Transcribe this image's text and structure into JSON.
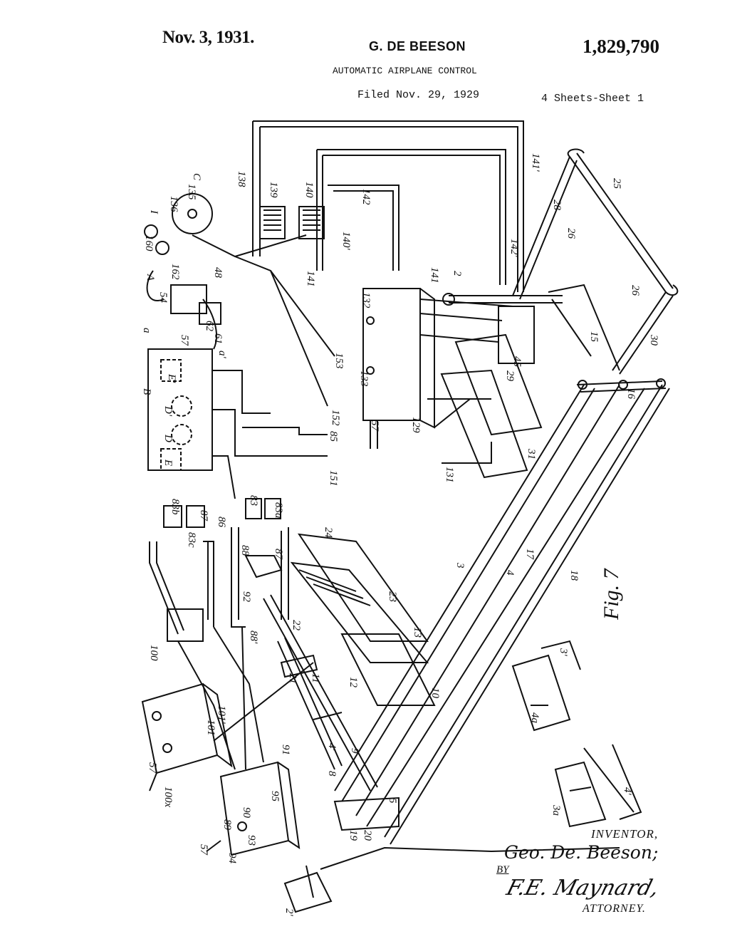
{
  "header": {
    "date": "Nov. 3, 1931.",
    "inventor": "G. DE BEESON",
    "patent_number": "1,829,790",
    "title": "AUTOMATIC AIRPLANE CONTROL",
    "filed": "Filed Nov. 29, 1929",
    "sheets": "4 Sheets-Sheet 1"
  },
  "figure": {
    "label": "Fig. 7",
    "reference_numerals": [
      "138",
      "139",
      "140",
      "142",
      "141'",
      "28",
      "26",
      "25",
      "136",
      "135",
      "C",
      "I",
      "160",
      "162",
      "A",
      "a",
      "54",
      "57",
      "62",
      "61",
      "a'",
      "48",
      "140'",
      "141",
      "142'",
      "141",
      "2",
      "132",
      "26",
      "45",
      "15",
      "30",
      "16",
      "153",
      "152",
      "133",
      "29",
      "31",
      "57",
      "129",
      "131",
      "85",
      "151",
      "B",
      "E'",
      "D'",
      "D",
      "E",
      "83b",
      "83c",
      "87",
      "86",
      "83",
      "83a",
      "88",
      "87",
      "24",
      "92",
      "22",
      "23",
      "13",
      "3",
      "4",
      "17",
      "18",
      "100",
      "88'",
      "21",
      "11",
      "12",
      "10",
      "101'",
      "101",
      "91",
      "57",
      "100x",
      "8",
      "9",
      "4'",
      "95",
      "89",
      "90",
      "93",
      "94",
      "57",
      "5",
      "19",
      "20",
      "3'",
      "4a",
      "3a",
      "4'",
      "2'"
    ]
  },
  "signature": {
    "inventor_label": "INVENTOR,",
    "inventor_signature": "Geo. De. Beeson;",
    "by": "BY",
    "attorney_signature": "F.E. Maynard,",
    "attorney_label": "ATTORNEY."
  }
}
